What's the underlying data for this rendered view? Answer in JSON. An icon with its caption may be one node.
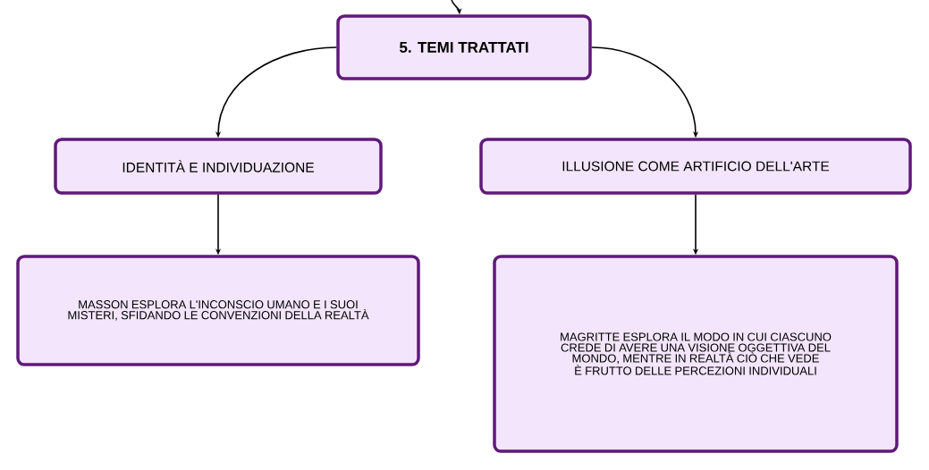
{
  "diagram": {
    "nodes": [
      {
        "text": [
          "5. TEMI TRATTATI"
        ]
      },
      {
        "text": [
          "IDENTITÀ E INDIVIDUAZIONE"
        ]
      },
      {
        "text": [
          "ILLUSIONE COME ARTIFICIO DELL'ARTE"
        ]
      },
      {
        "text": [
          "MASSON ESPLORA L'INCONSCIO UMANO E I SUOI MISTERI, SFIDANDO LE CONVENZIONI DELLA REALTÀ"
        ]
      },
      {
        "text": [
          "MAGRITTE ESPLORA IL MODO IN CUI CIASCUNO CREDE DI AVERE UNA VISIONE OGGETTIVA DEL MONDO, MENTRE IN REALTÀ CIÒ CHE VEDE È FRUTTO DELLE PERCEZIONI INDIVIDUALI"
        ]
      }
    ],
    "edges": [
      {
        "from": null,
        "to": 0,
        "arrow": "to"
      },
      {
        "from": 0,
        "to": 1,
        "arrow": "to"
      },
      {
        "from": 0,
        "to": 2,
        "arrow": "to"
      },
      {
        "from": 1,
        "to": 3,
        "arrow": "to"
      },
      {
        "from": 2,
        "to": 4,
        "arrow": "to"
      }
    ]
  }
}
